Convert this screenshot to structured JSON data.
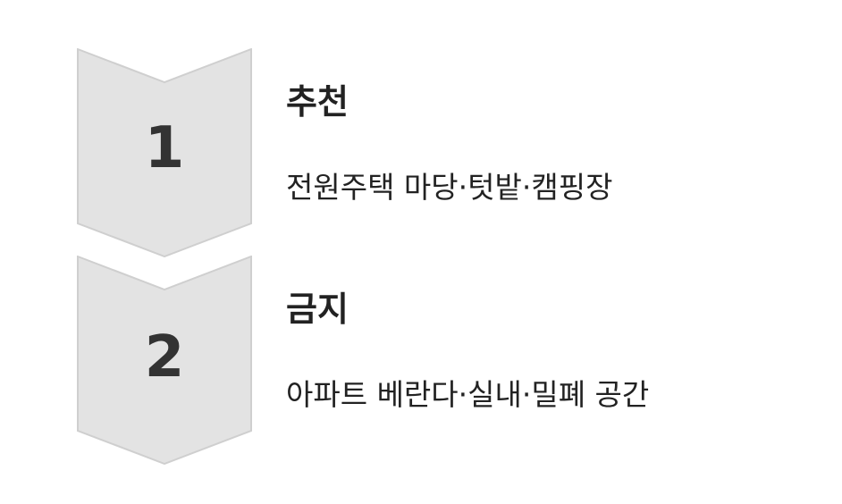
{
  "steps": [
    {
      "number": "1",
      "title": "추천",
      "description": "전원주택 마당·텃밭·캠핑장"
    },
    {
      "number": "2",
      "title": "금지",
      "description": "아파트 베란다·실내·밀폐 공간"
    }
  ],
  "colors": {
    "chevron_fill": "#e3e3e3",
    "chevron_stroke": "#cfcfcf",
    "number_text": "#333333",
    "body_text": "#222222",
    "background": "#ffffff"
  }
}
